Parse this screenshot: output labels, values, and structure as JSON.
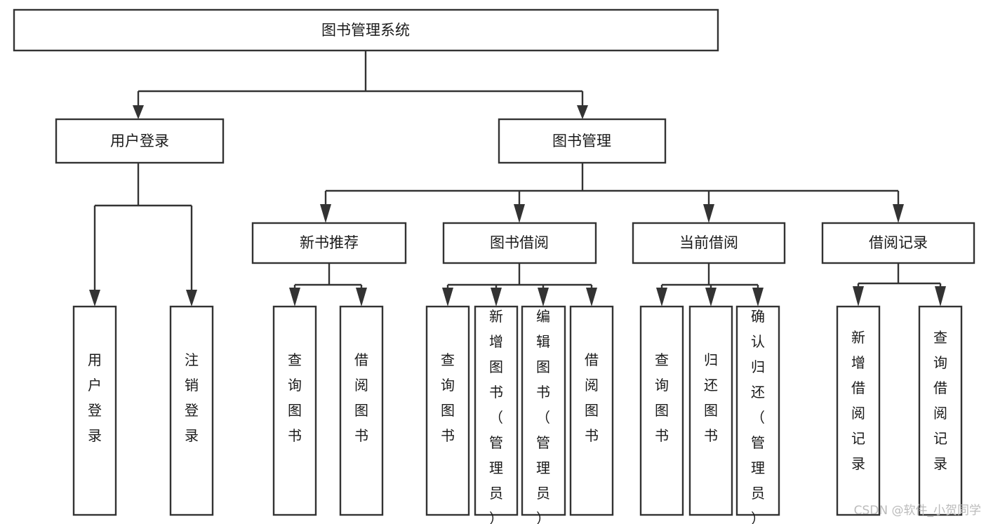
{
  "diagram": {
    "type": "tree-hierarchy",
    "title": "图书管理系统",
    "orientation": "top-down",
    "colors": {
      "box_stroke": "#333333",
      "box_fill": "#ffffff",
      "text": "#1a1a1a",
      "background": "#ffffff",
      "watermark": "#bbbbbb"
    },
    "nodes": {
      "root": {
        "label": "图书管理系统",
        "level": 1,
        "orientation": "horizontal"
      },
      "l2": [
        {
          "id": "user-login",
          "label": "用户登录",
          "level": 2,
          "orientation": "horizontal"
        },
        {
          "id": "book-manage",
          "label": "图书管理",
          "level": 2,
          "orientation": "horizontal"
        }
      ],
      "l3": [
        {
          "id": "new-book-recommend",
          "label": "新书推荐",
          "level": 3,
          "orientation": "horizontal"
        },
        {
          "id": "book-borrow",
          "label": "图书借阅",
          "level": 3,
          "orientation": "horizontal"
        },
        {
          "id": "current-borrow",
          "label": "当前借阅",
          "level": 3,
          "orientation": "horizontal"
        },
        {
          "id": "borrow-record",
          "label": "借阅记录",
          "level": 3,
          "orientation": "horizontal"
        }
      ],
      "leaves": [
        {
          "id": "leaf-user-login",
          "label": "用户登录",
          "parent": "user-login",
          "orientation": "vertical"
        },
        {
          "id": "leaf-user-logout",
          "label": "注销登录",
          "parent": "user-login",
          "orientation": "vertical"
        },
        {
          "id": "leaf-query-book-1",
          "label": "查询图书",
          "parent": "new-book-recommend",
          "orientation": "vertical"
        },
        {
          "id": "leaf-borrow-book-1",
          "label": "借阅图书",
          "parent": "new-book-recommend",
          "orientation": "vertical"
        },
        {
          "id": "leaf-query-book-2",
          "label": "查询图书",
          "parent": "book-borrow",
          "orientation": "vertical"
        },
        {
          "id": "leaf-add-book",
          "label": "新增图书（管理员）",
          "parent": "book-borrow",
          "orientation": "vertical"
        },
        {
          "id": "leaf-edit-book",
          "label": "编辑图书（管理员）",
          "parent": "book-borrow",
          "orientation": "vertical"
        },
        {
          "id": "leaf-borrow-book-2",
          "label": "借阅图书",
          "parent": "book-borrow",
          "orientation": "vertical"
        },
        {
          "id": "leaf-query-book-3",
          "label": "查询图书",
          "parent": "current-borrow",
          "orientation": "vertical"
        },
        {
          "id": "leaf-return-book",
          "label": "归还图书",
          "parent": "current-borrow",
          "orientation": "vertical"
        },
        {
          "id": "leaf-confirm-return",
          "label": "确认归还（管理员）",
          "parent": "current-borrow",
          "orientation": "vertical"
        },
        {
          "id": "leaf-add-record",
          "label": "新增借阅记录",
          "parent": "borrow-record",
          "orientation": "vertical"
        },
        {
          "id": "leaf-query-record",
          "label": "查询借阅记录",
          "parent": "borrow-record",
          "orientation": "vertical"
        }
      ]
    },
    "watermark": "CSDN @软件_小贺同学"
  }
}
